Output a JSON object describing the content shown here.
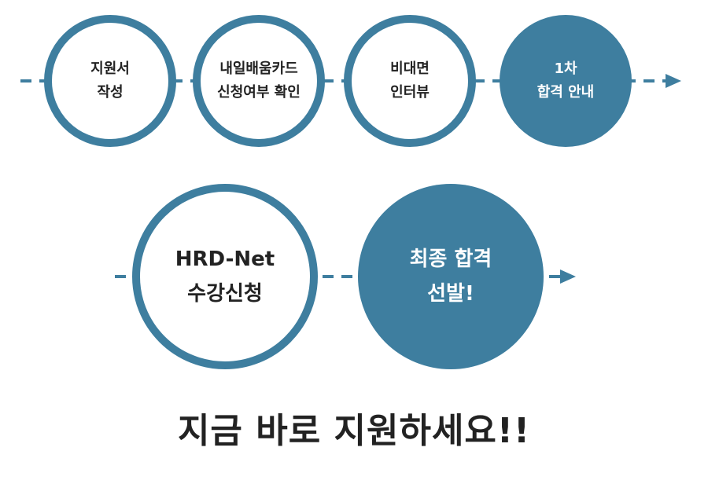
{
  "colors": {
    "accent": "#3e7e9f",
    "text": "#222222",
    "background": "#ffffff"
  },
  "steps": [
    {
      "line1": "지원서",
      "line2": "작성",
      "style": "outline"
    },
    {
      "line1": "내일배움카드",
      "line2": "신청여부 확인",
      "style": "outline"
    },
    {
      "line1": "비대면",
      "line2": "인터뷰",
      "style": "outline"
    },
    {
      "line1": "1차",
      "line2": "합격 안내",
      "style": "filled"
    },
    {
      "line1": "HRD-Net",
      "line2": "수강신청",
      "style": "outline"
    },
    {
      "line1": "최종 합격",
      "line2": "선발!",
      "style": "filled"
    }
  ],
  "cta": "지금 바로 지원하세요!!"
}
